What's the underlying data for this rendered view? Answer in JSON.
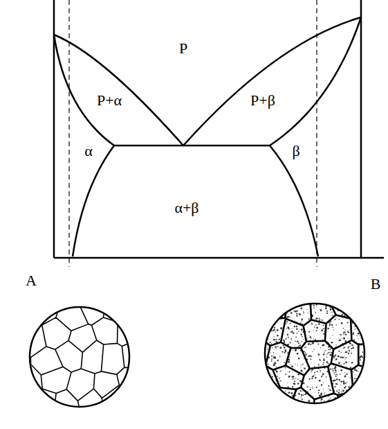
{
  "diagram": {
    "labels": [
      "P",
      "P+α",
      "P+β",
      "α",
      "β",
      "α+β",
      "A",
      "B"
    ]
  }
}
